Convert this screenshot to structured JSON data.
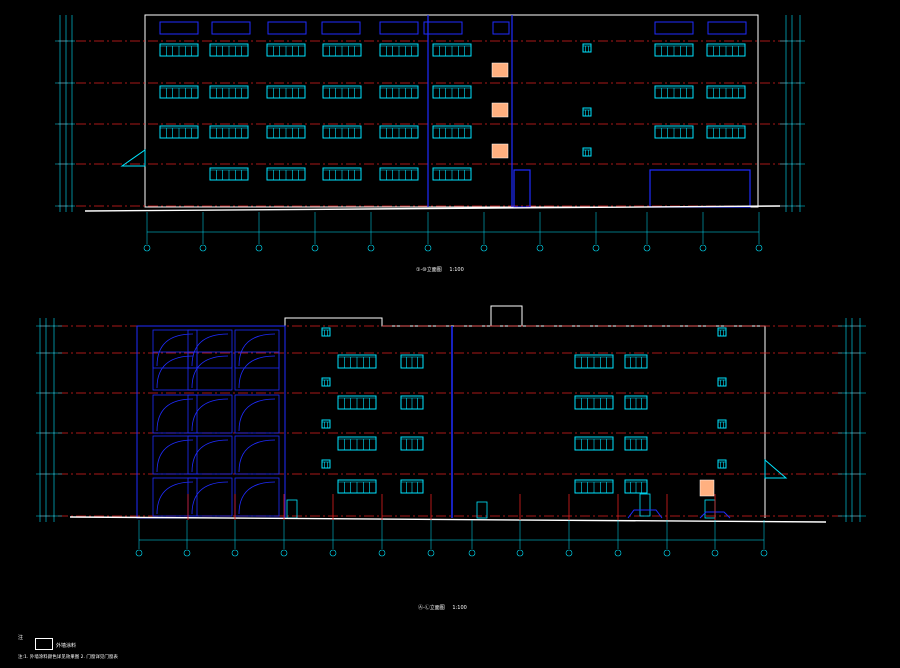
{
  "elevation_top": {
    "caption": "①-⑩立面图",
    "scale": "1:100"
  },
  "elevation_bottom": {
    "caption": "Ⓐ-Ⓛ立面图",
    "scale": "1:100"
  },
  "notes": {
    "label": "注",
    "legend": "外墙涂料",
    "note_1": "注:1. 外墙涂料颜色详见效果图 2. 门窗详见门窗表"
  },
  "colors": {
    "background": "#000000",
    "outline": "#ffffff",
    "window": "#00e5ff",
    "structure": "#1f2cff",
    "level_line": "#e02020",
    "accent_panel": "#ffb080"
  }
}
